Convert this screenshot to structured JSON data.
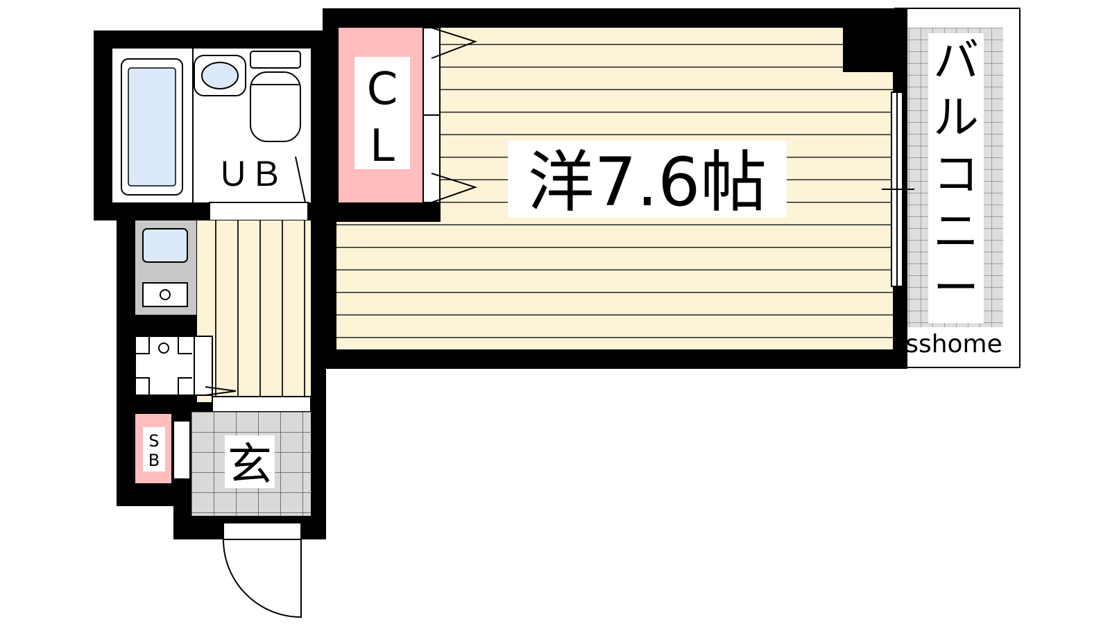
{
  "labels": {
    "main_room": "洋7.6帖",
    "closet": "CL",
    "closet_line1": "C",
    "closet_line2": "L",
    "bath": "ＵＢ",
    "balcony": "バルコニー",
    "entrance": "玄",
    "shoebox": "SB",
    "shoebox_line1": "S",
    "shoebox_line2": "B",
    "watermark": "sshome"
  },
  "colors": {
    "wall": "#000000",
    "floor_wood": "#fdf4d8",
    "closet_fill": "#ffbdbd",
    "tile": "#d9d9d9",
    "bath_water": "#dbe9fa",
    "kitchen_gray": "#c8c8c8"
  }
}
